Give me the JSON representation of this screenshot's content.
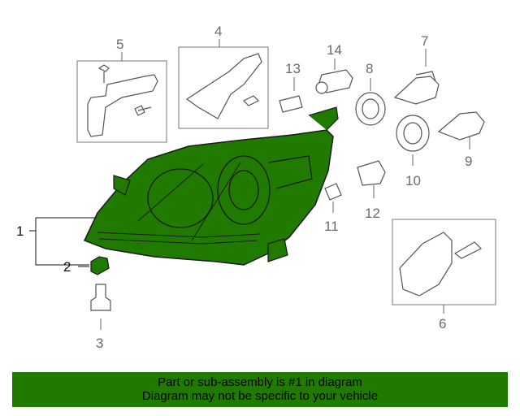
{
  "callouts": {
    "c1": "1",
    "c2": "2",
    "c3": "3",
    "c4": "4",
    "c5": "5",
    "c6": "6",
    "c7": "7",
    "c8": "8",
    "c9": "9",
    "c10": "10",
    "c11": "11",
    "c12": "12",
    "c13": "13",
    "c14": "14"
  },
  "banner": {
    "line1": "Part or sub-assembly is #1 in diagram",
    "line2": "Diagram may not be specific to your vehicle"
  },
  "colors": {
    "highlight": "#217a00",
    "outline": "#1a1a1a",
    "callout_text": "#6b6b6b"
  }
}
